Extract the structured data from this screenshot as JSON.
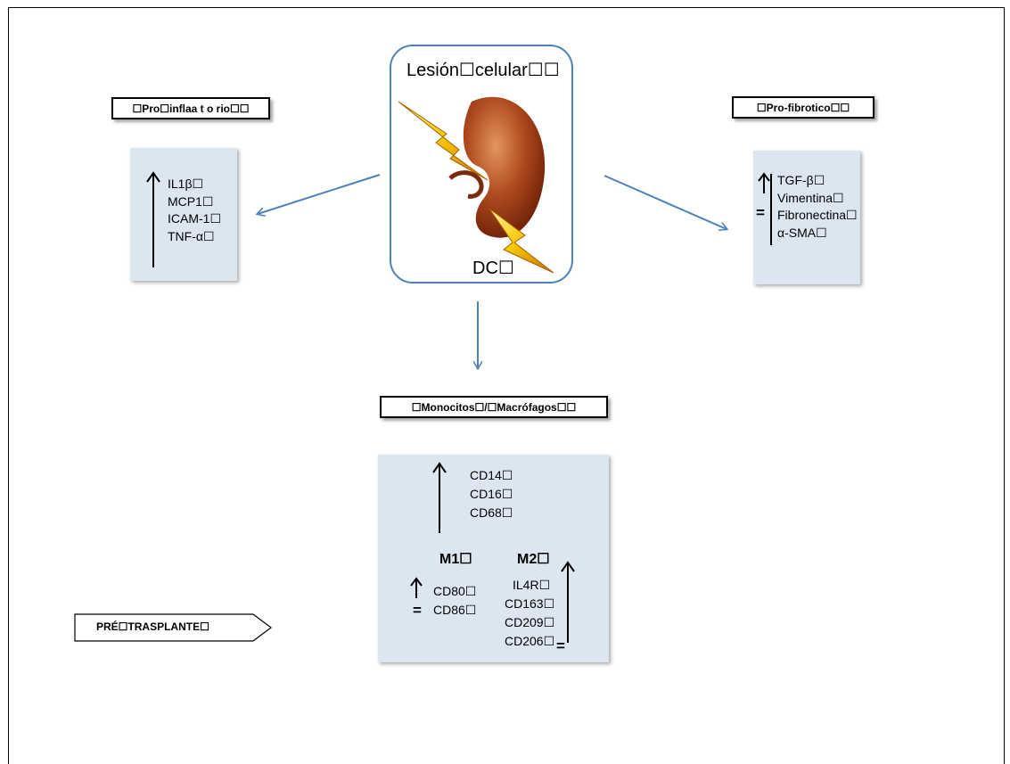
{
  "center": {
    "title": "Lesión☐celular☐☐",
    "subtitle": "DC☐"
  },
  "left": {
    "label": "☐Pro☐inflaa t o rio☐☐",
    "markers": [
      "IL1β☐",
      "MCP1☐",
      "ICAM-1☐",
      "TNF-α☐"
    ]
  },
  "right": {
    "label": "☐Pro-fibrotico☐☐",
    "markers": [
      "TGF-β☐",
      "Vimentina☐",
      "Fibronectina☐",
      "α-SMA☐"
    ]
  },
  "bottom": {
    "label": "☐Monocitos☐/☐Macrófagos☐☐",
    "markers": [
      "CD14☐",
      "CD16☐",
      "CD68☐"
    ],
    "m1": {
      "title": "M1☐",
      "markers": [
        "CD80☐",
        "CD86☐"
      ]
    },
    "m2": {
      "title": "M2☐",
      "markers": [
        "IL4R☐",
        "CD163☐",
        "CD209☐",
        "CD206☐"
      ]
    }
  },
  "stage": {
    "label": "PRÉ☐TRASPLANTE☐"
  },
  "symbols": {
    "equal": "="
  },
  "colors": {
    "arrow": "#4f81bd",
    "panel": "#dce6f1",
    "border": "#4f81bd"
  }
}
